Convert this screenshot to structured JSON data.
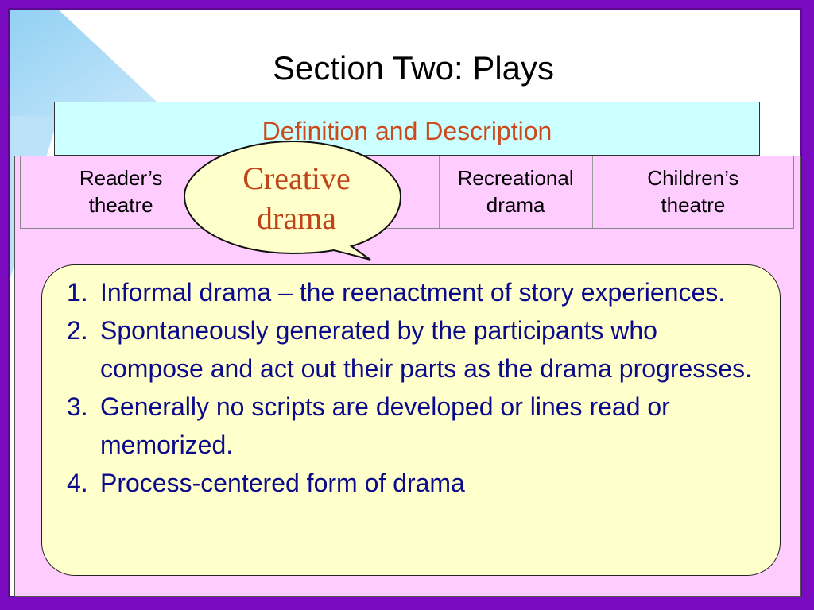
{
  "slide": {
    "title": "Section Two: Plays",
    "definition_header": "Definition and Description",
    "categories": [
      {
        "label": "Reader’s theatre"
      },
      {
        "label": "Creative drama"
      },
      {
        "label": "Recreational drama"
      },
      {
        "label": "Children’s theatre"
      }
    ],
    "callout": {
      "line1": "Creative",
      "line2": "drama"
    },
    "points": [
      {
        "num": "1.",
        "text": "Informal drama – the reenactment of story experiences."
      },
      {
        "num": "2.",
        "text": "Spontaneously generated by the participants who compose and act out their parts as the drama progresses."
      },
      {
        "num": "3.",
        "text": "Generally no scripts are developed or lines read or memorized."
      },
      {
        "num": "4.",
        "text": "Process-centered form of drama"
      }
    ]
  },
  "colors": {
    "frame": "#7a0bc0",
    "panel": "#ffccff",
    "header_box": "#ccffff",
    "header_text": "#cc4a1a",
    "list_box": "#ffffcc",
    "list_text": "#0a0a8a",
    "callout_fill": "#ffffcc"
  }
}
